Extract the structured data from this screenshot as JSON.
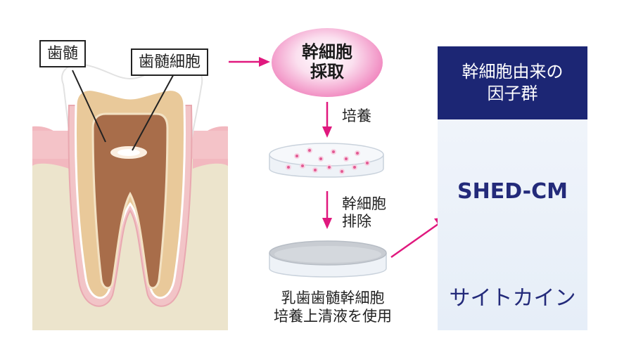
{
  "tooth_labels": {
    "pulp": "歯髄",
    "pulp_cells": "歯髄細胞"
  },
  "flow": {
    "harvest": [
      "幹細胞",
      "採取"
    ],
    "culture": "培養",
    "remove": [
      "幹細胞",
      "排除"
    ],
    "caption": [
      "乳歯歯髄幹細胞",
      "培養上清液を使用"
    ]
  },
  "panel": {
    "title": [
      "幹細胞由来の",
      "因子群"
    ],
    "factor_1": "SHED-CM",
    "factor_2": "サイトカイン"
  },
  "colors": {
    "arrow": "#e0187e",
    "panel_header": "#1c2674",
    "factor_text": "#232a7a",
    "oval": "#ef7ab8",
    "gum": "#f2b8bf",
    "bone": "#ece4cc",
    "dentin": "#e9c99a",
    "pulp": "#a86d4a"
  }
}
